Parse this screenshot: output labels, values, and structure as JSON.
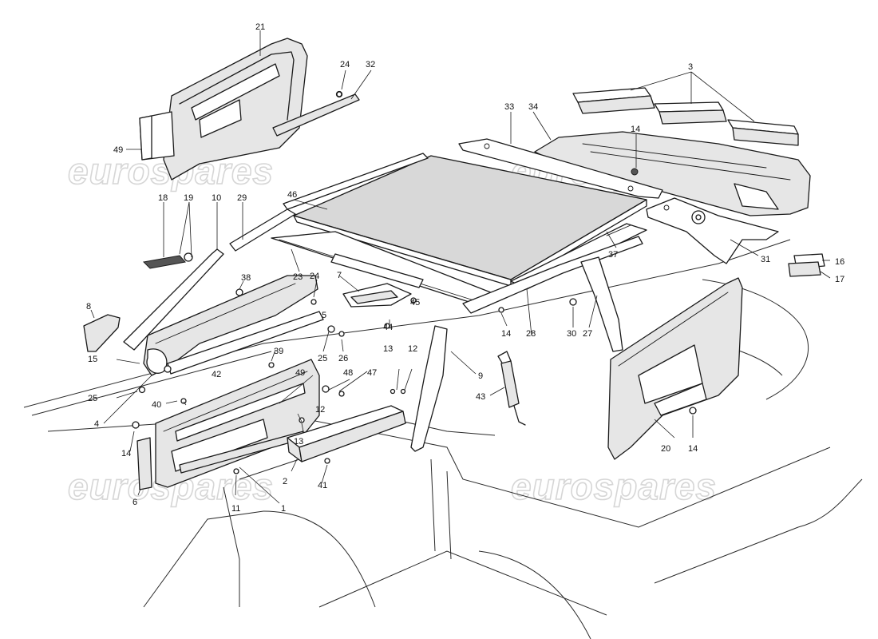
{
  "watermark": {
    "text": "eurospares"
  },
  "callouts": [
    "1",
    "2",
    "3",
    "4",
    "5",
    "6",
    "7",
    "8",
    "9",
    "10",
    "11",
    "12",
    "12",
    "13",
    "13",
    "14",
    "14",
    "14",
    "14",
    "14",
    "15",
    "16",
    "17",
    "18",
    "19",
    "20",
    "21",
    "23",
    "24",
    "24",
    "25",
    "25",
    "26",
    "27",
    "28",
    "29",
    "30",
    "31",
    "32",
    "33",
    "34",
    "37",
    "38",
    "39",
    "40",
    "41",
    "42",
    "43",
    "44",
    "45",
    "46",
    "47",
    "48",
    "49",
    "49"
  ]
}
